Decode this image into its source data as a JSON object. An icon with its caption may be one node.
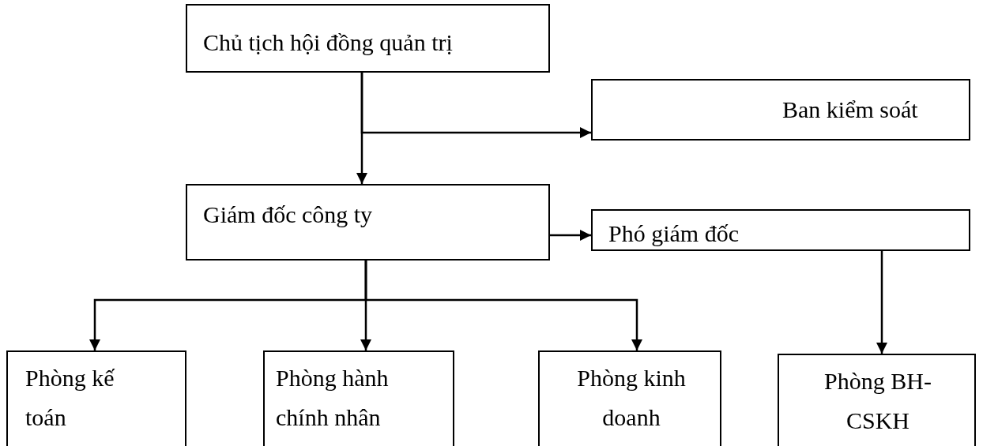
{
  "diagram": {
    "nodes": [
      {
        "text": [
          "Chủ tịch hội đồng quản trị"
        ]
      },
      {
        "text": [
          "Ban kiểm soát"
        ]
      },
      {
        "text": [
          "Giám đốc công ty"
        ]
      },
      {
        "text": [
          "Phó giám đốc"
        ]
      },
      {
        "text": [
          "Phòng kế toán"
        ]
      },
      {
        "text": [
          "Phòng hành chính nhân"
        ]
      },
      {
        "text": [
          "Phòng kinh doanh"
        ]
      },
      {
        "text": [
          "Phòng BH-CSKH"
        ]
      }
    ],
    "edges": [
      {
        "from": 0,
        "to": 2,
        "arrow": "to"
      },
      {
        "from": 0,
        "to": 1,
        "arrow": "to"
      },
      {
        "from": 2,
        "to": 3,
        "arrow": "to"
      },
      {
        "from": 2,
        "to": 4,
        "arrow": "to"
      },
      {
        "from": 2,
        "to": 5,
        "arrow": "to"
      },
      {
        "from": 2,
        "to": 6,
        "arrow": "to"
      },
      {
        "from": 3,
        "to": 7,
        "arrow": "to"
      }
    ]
  }
}
